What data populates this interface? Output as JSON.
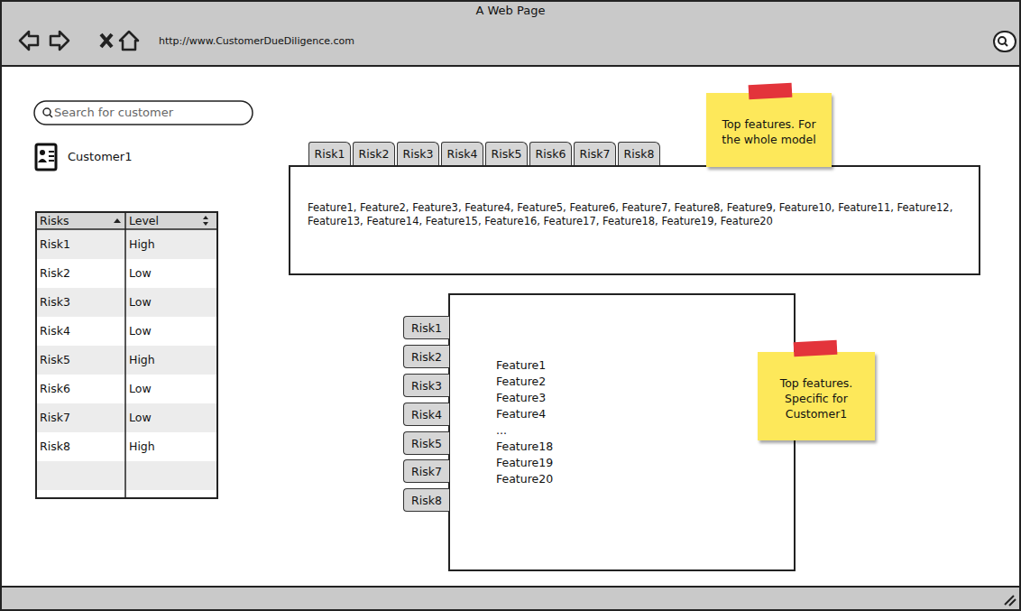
{
  "diagram": {
    "title": "A Web Page",
    "nodes": [
      {
        "text": [
          "http://www.CustomerDueDiligence.com"
        ]
      },
      {
        "text": [
          "Search for customer"
        ]
      },
      {
        "text": [
          "Risk1"
        ]
      },
      {
        "text": [
          "Risk2"
        ]
      },
      {
        "text": [
          "Risk3"
        ]
      },
      {
        "text": [
          "Risk4"
        ]
      },
      {
        "text": [
          "Risk5"
        ]
      },
      {
        "text": [
          "Risk6"
        ]
      },
      {
        "text": [
          "Risk7"
        ]
      },
      {
        "text": [
          "Risk8"
        ]
      },
      {
        "text": [
          "Feature1, Feature2, Feature3, Feature4, Feature5, Feature6, Feature7, Feature8, Feature9, Feature10, Feature11, Feature12, Feature13, Feature14, Feature15, Feature16, Feature17, Feature18, Feature19, Feature20"
        ]
      },
      {
        "text": [
          "Top features. For the whole model"
        ]
      },
      {
        "text": [
          "Feature1",
          "Feature2",
          "Feature3",
          "Feature4",
          "...",
          "Feature18",
          "Feature19",
          "Feature20"
        ]
      },
      {
        "text": [
          "Risk1"
        ]
      },
      {
        "text": [
          "Risk2"
        ]
      },
      {
        "text": [
          "Risk3"
        ]
      },
      {
        "text": [
          "Risk4"
        ]
      },
      {
        "text": [
          "Risk5"
        ]
      },
      {
        "text": [
          "Risk7"
        ]
      },
      {
        "text": [
          "Risk8"
        ]
      },
      {
        "text": [
          "Top features. Specific for Customer1"
        ]
      }
    ],
    "labels": [
      "Customer1",
      "Risks",
      "Level",
      "Risk1",
      "High",
      "Risk2",
      "Low",
      "Risk3",
      "Low",
      "Risk4",
      "Low",
      "Risk5",
      "High",
      "Risk6",
      "Low",
      "Risk7",
      "Low",
      "Risk8",
      "High"
    ]
  }
}
